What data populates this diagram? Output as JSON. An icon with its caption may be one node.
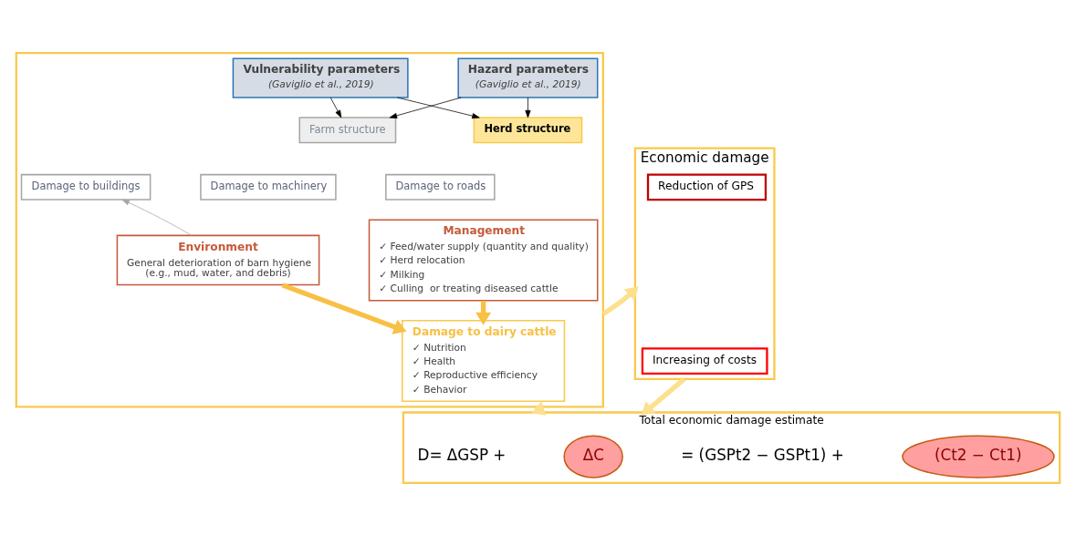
{
  "diagram": {
    "nodes": [
      {
        "text": [],
        "shape": "box"
      },
      {
        "text": [
          "Vulnerability parameters",
          "(Gaviglio et al., 2019)"
        ],
        "in": 0
      },
      {
        "text": [
          "Hazard parameters",
          "(Gaviglio et al., 2019)"
        ],
        "in": 0
      },
      {
        "text": [
          "Farm structure"
        ],
        "in": 0
      },
      {
        "text": [
          "Herd structure"
        ],
        "in": 0
      },
      {
        "text": [
          "Damage to buildings"
        ],
        "in": 0
      },
      {
        "text": [
          "Damage to machinery"
        ],
        "in": 0
      },
      {
        "text": [
          "Damage to roads"
        ],
        "in": 0
      },
      {
        "text": [
          "Environment",
          "General deterioration of barn hygiene (e.g., mud, water, and debris)"
        ],
        "in": 0
      },
      {
        "text": [
          "Management",
          "✓ Feed/water supply (quantity and quality)",
          "✓ Herd relocation",
          "✓ Milking",
          "✓ Culling  or treating diseased cattle"
        ],
        "in": 0
      },
      {
        "text": [
          "Damage to dairy cattle",
          "✓ Nutrition",
          "✓ Health",
          "✓ Reproductive efficiency",
          "✓ Behavior"
        ],
        "in": 0
      },
      {
        "text": [
          "Economic damage"
        ]
      },
      {
        "text": [
          "Reduction of GPS"
        ],
        "in": 11
      },
      {
        "text": [
          "Increasing of costs"
        ],
        "in": 11
      },
      {
        "text": [
          "Total economic damage estimate",
          "D= ΔGSP +",
          "= (GSPt2 − GSPt1) +"
        ]
      },
      {
        "text": [
          "ΔC"
        ],
        "in": 14
      },
      {
        "text": [
          "(Ct2 − Ct1)"
        ],
        "in": 14
      }
    ],
    "edges": [
      {
        "from": 1,
        "to": 3,
        "arrow": "to"
      },
      {
        "from": 1,
        "to": 4,
        "arrow": "to"
      },
      {
        "from": 2,
        "to": 3,
        "arrow": "to"
      },
      {
        "from": 2,
        "to": 4,
        "arrow": "to"
      },
      {
        "from": 8,
        "to": 5,
        "arrow": "to",
        "color": "#a6a6a6"
      },
      {
        "from": 8,
        "to": 10,
        "arrow": "to",
        "style": "thick",
        "color": "#f8c044"
      },
      {
        "from": 9,
        "to": 10,
        "arrow": "to",
        "style": "thick",
        "color": "#f8c044"
      },
      {
        "from": 0,
        "to": 11,
        "arrow": "to",
        "style": "thick",
        "color": "#fde08c"
      },
      {
        "from": 0,
        "to": 14,
        "arrow": "to",
        "style": "thick",
        "color": "#fde08c"
      },
      {
        "from": 11,
        "to": 14,
        "arrow": "to",
        "style": "thick",
        "color": "#fde08c"
      }
    ]
  }
}
